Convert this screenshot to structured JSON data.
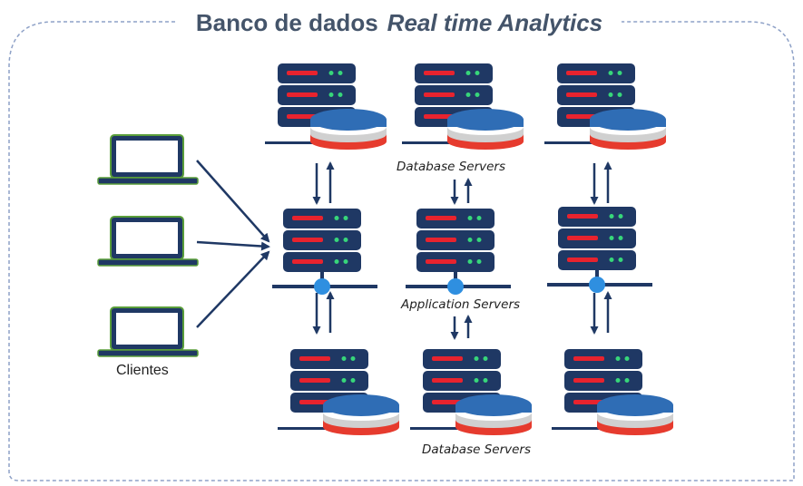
{
  "title": {
    "main": "Banco de dados",
    "italic": "Real time Analytics"
  },
  "labels": {
    "database_servers_top": "Database Servers",
    "application_servers": "Application Servers",
    "database_servers_bottom": "Database Servers",
    "clients": "Clientes"
  },
  "colors": {
    "server_body": "#1f3864",
    "server_red_led": "#e8232e",
    "server_green_led": "#37d67a",
    "disk_blue": "#2f6db5",
    "disk_red": "#e63b2e",
    "laptop_frame": "#5a9e3a",
    "arrow": "#1f3864",
    "frame_dash": "#8ea1c7",
    "title_text": "#44546a"
  }
}
